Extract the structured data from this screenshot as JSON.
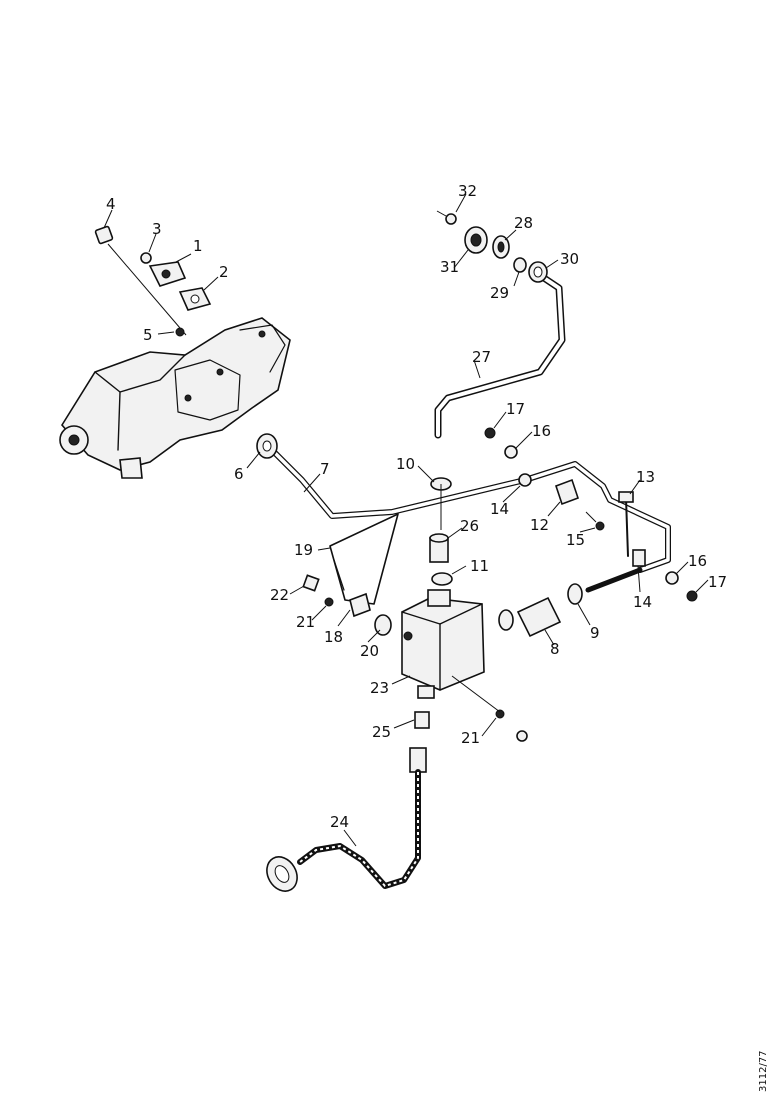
{
  "diagram": {
    "callouts": {
      "c1": "1",
      "c2": "2",
      "c3": "3",
      "c4": "4",
      "c5": "5",
      "c6": "6",
      "c7": "7",
      "c8": "8",
      "c9": "9",
      "c10": "10",
      "c11": "11",
      "c12": "12",
      "c13": "13",
      "c14a": "14",
      "c14b": "14",
      "c15": "15",
      "c16a": "16",
      "c16b": "16",
      "c17a": "17",
      "c17b": "17",
      "c18": "18",
      "c19": "19",
      "c20": "20",
      "c21a": "21",
      "c21b": "21",
      "c22": "22",
      "c23": "23",
      "c24": "24",
      "c25": "25",
      "c26": "26",
      "c27": "27",
      "c28": "28",
      "c29": "29",
      "c30": "30",
      "c31": "31",
      "c32": "32"
    },
    "reference_code": "3112/77"
  }
}
